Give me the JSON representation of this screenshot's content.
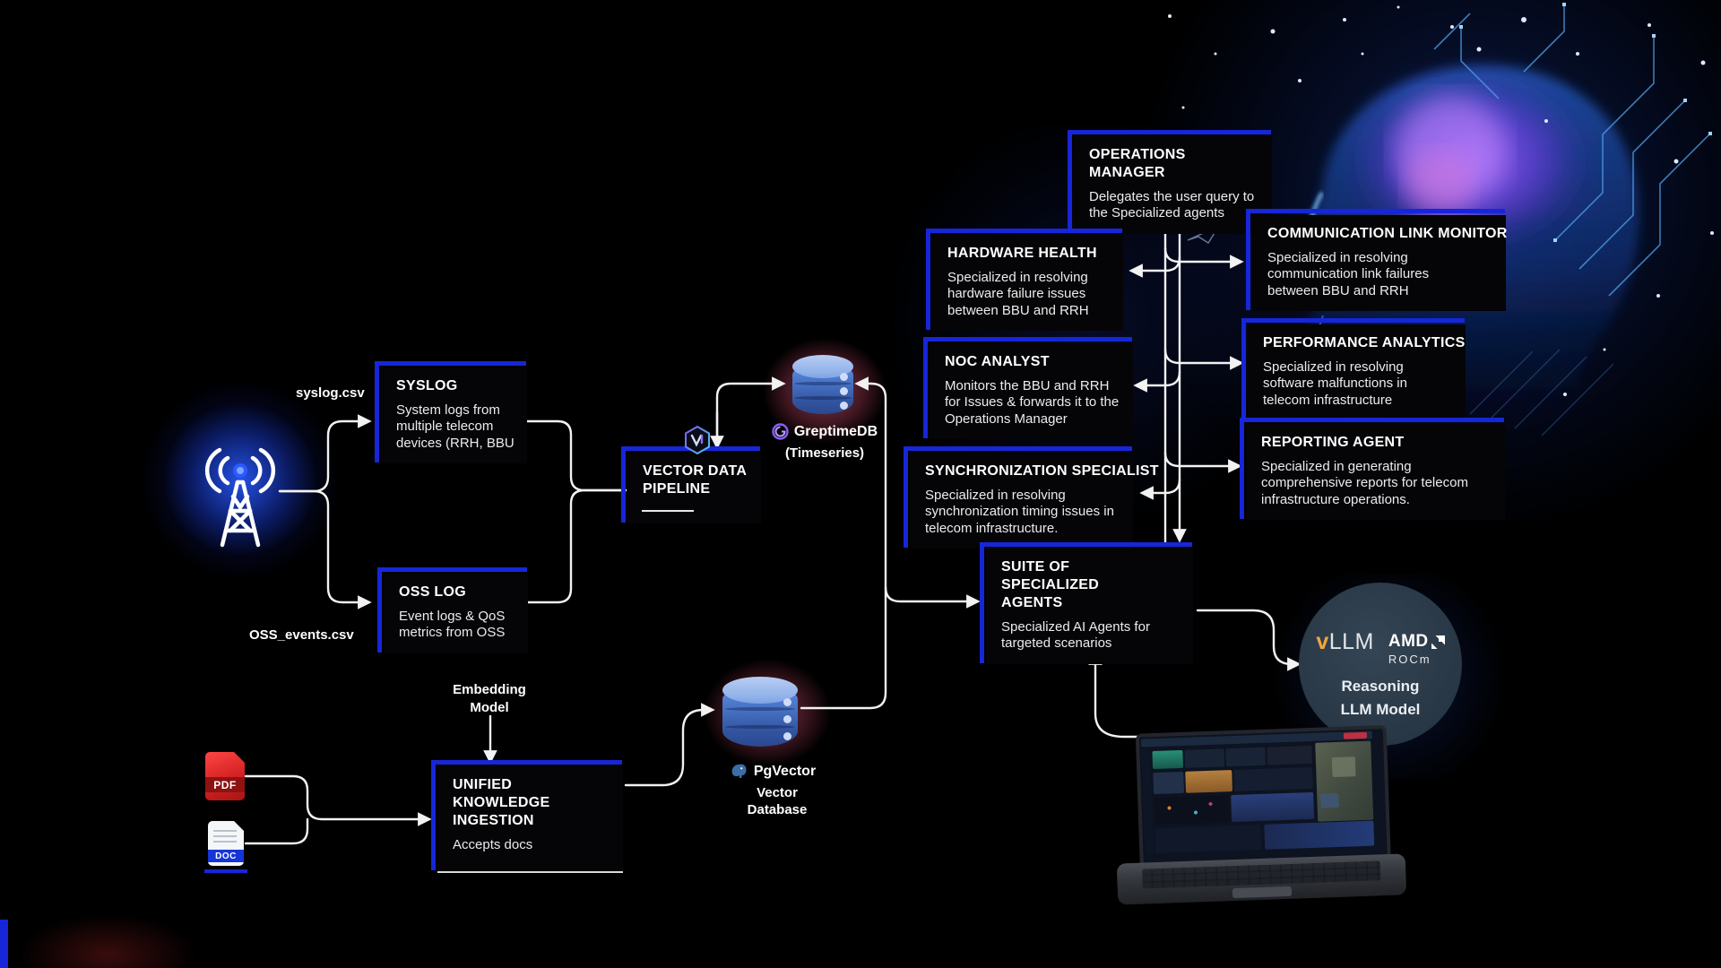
{
  "meta": {
    "accent_blue": "#1726d8",
    "line_color": "#f2f2f2",
    "background": "#000000"
  },
  "files": {
    "syslog_csv": "syslog.csv",
    "oss_csv": "OSS_events.csv",
    "pdf_label": "PDF",
    "doc_label": "DOC"
  },
  "nodes": {
    "syslog": {
      "title": "SYSLOG",
      "body": "System logs from multiple telecom devices (RRH, BBU"
    },
    "oss_log": {
      "title": "OSS LOG",
      "body": "Event logs & QoS metrics from OSS"
    },
    "vector_pipeline": {
      "title": "VECTOR DATA PIPELINE"
    },
    "greptimedb": {
      "name": "GreptimeDB",
      "subtitle": "(Timeseries)"
    },
    "pgvector": {
      "name": "PgVector",
      "subtitle": "Vector Database"
    },
    "embedding_model": {
      "label": "Embedding Model"
    },
    "ingestion": {
      "title": "UNIFIED KNOWLEDGE INGESTION",
      "body": "Accepts docs"
    },
    "operations_manager": {
      "title": "OPERATIONS MANAGER",
      "body": "Delegates the user query to the Specialized agents"
    },
    "hardware_health": {
      "title": "HARDWARE HEALTH",
      "body": "Specialized in resolving hardware failure issues between BBU and RRH"
    },
    "communication_link_monitor": {
      "title": "COMMUNICATION LINK MONITOR",
      "body": "Specialized in resolving communication link failures between BBU and RRH"
    },
    "noc_analyst": {
      "title": "NOC ANALYST",
      "body": "Monitors the BBU and RRH for Issues & forwards it to the Operations Manager"
    },
    "performance_analytics": {
      "title": "PERFORMANCE ANALYTICS",
      "body": "Specialized in resolving software malfunctions in telecom infrastructure"
    },
    "synchronization_specialist": {
      "title": "SYNCHRONIZATION SPECIALIST",
      "body": "Specialized in resolving synchronization timing issues in telecom infrastructure."
    },
    "reporting_agent": {
      "title": "REPORTING AGENT",
      "body": "Specialized in generating comprehensive reports for telecom infrastructure operations."
    },
    "suite": {
      "title": "SUITE OF SPECIALIZED AGENTS",
      "body": "Specialized AI Agents for targeted scenarios"
    },
    "llm": {
      "vllm_v": "v",
      "vllm_rest": "LLM",
      "amd": "AMD",
      "rocm": "ROCm",
      "label_line1": "Reasoning",
      "label_line2": "LLM Model"
    }
  }
}
